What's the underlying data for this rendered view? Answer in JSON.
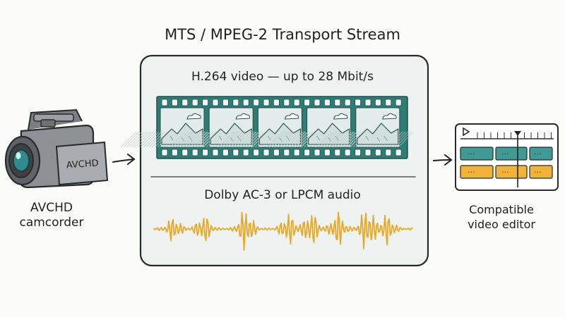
{
  "title": "MTS / MPEG-2 Transport Stream",
  "video_stream": {
    "label": "H.264 video — up to 28 Mbit/s",
    "frame_count": 5
  },
  "audio_stream": {
    "label": "Dolby AC-3 or LPCM audio"
  },
  "source": {
    "label": "AVCHD\ncamcorder",
    "badge": "AVCHD",
    "icon": "camcorder-icon"
  },
  "destination": {
    "label": "Compatible\nvideo editor",
    "icon": "video-editor-timeline-icon",
    "clip_dots": "···"
  },
  "colors": {
    "container_fill": "#eef3f1",
    "filmstrip": "#2e7d74",
    "frame_fill": "#e3ecea",
    "audio_wave": "#e8a823",
    "video_clip": "#3f9a93",
    "audio_clip": "#f0b237",
    "ink": "#222222",
    "camera_body": "#8d9095",
    "lens": "#2f8b8d"
  }
}
